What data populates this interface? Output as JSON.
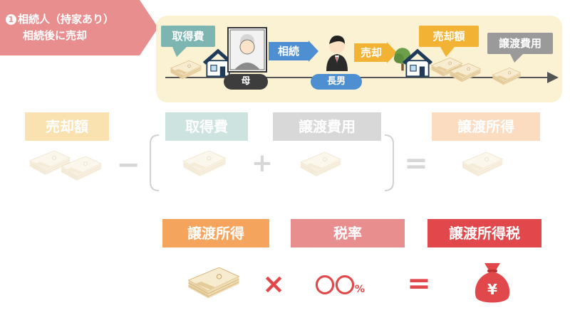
{
  "header": {
    "number": "1",
    "line1": "相続人（持家あり）",
    "line2": "相続後に売却"
  },
  "scenario": {
    "acquisition_cost": "取得費",
    "mother": "母",
    "inheritance": "相続",
    "eldest_son": "長男",
    "sale": "売却",
    "sale_price": "売却額",
    "transfer_cost": "譲渡費用"
  },
  "formula1": {
    "sale_price": "売却額",
    "minus": "−",
    "acquisition_cost": "取得費",
    "plus": "+",
    "transfer_cost": "譲渡費用",
    "equals": "=",
    "transfer_income": "譲渡所得"
  },
  "formula2": {
    "transfer_income": "譲渡所得",
    "times": "×",
    "tax_rate": "税率",
    "rate_value": "〇〇",
    "rate_unit": "%",
    "equals": "=",
    "transfer_income_tax": "譲渡所得税",
    "yen": "¥"
  },
  "colors": {
    "pink": "#e88e8f",
    "panel": "#fbf1d3",
    "teal": "#7db6b0",
    "gray": "#9a9a9a",
    "yellow": "#f2b233",
    "blue": "#4d8fd1",
    "orange": "#f5a45d",
    "red": "#e0484b"
  }
}
